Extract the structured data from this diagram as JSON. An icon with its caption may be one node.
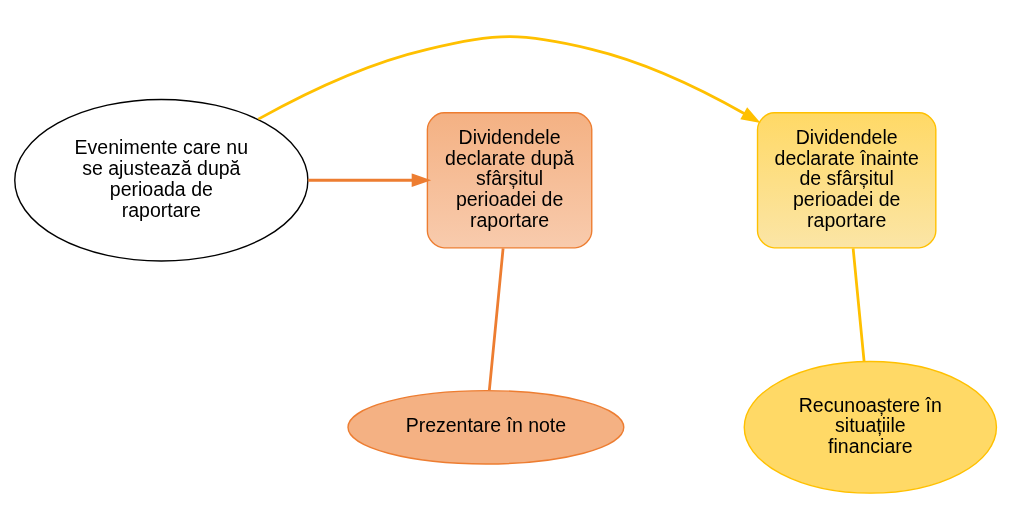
{
  "diagram": {
    "nodes": [
      {
        "text": [
          "Dividendele declarate înainte de sfârșitul perioadei de raportare"
        ]
      },
      {
        "text": [
          "Evenimente care nu se ajustează după perioada de raportare"
        ]
      },
      {
        "text": [
          "Dividendele declarate după sfârșitul perioadei de raportare"
        ]
      },
      {
        "text": [
          "Recunoaștere în situațiile financiare"
        ]
      },
      {
        "text": [
          "Prezentare în note"
        ]
      }
    ],
    "edges": [
      {
        "from": 1,
        "to": 0,
        "arrow": "to",
        "color": "#ffc000"
      },
      {
        "from": 1,
        "to": 2,
        "arrow": "to",
        "color": "#ed7d31"
      },
      {
        "from": 0,
        "to": 3,
        "arrow": "none",
        "color": "#ffc000"
      },
      {
        "from": 2,
        "to": 4,
        "arrow": "none",
        "color": "#ed7d31"
      }
    ]
  }
}
